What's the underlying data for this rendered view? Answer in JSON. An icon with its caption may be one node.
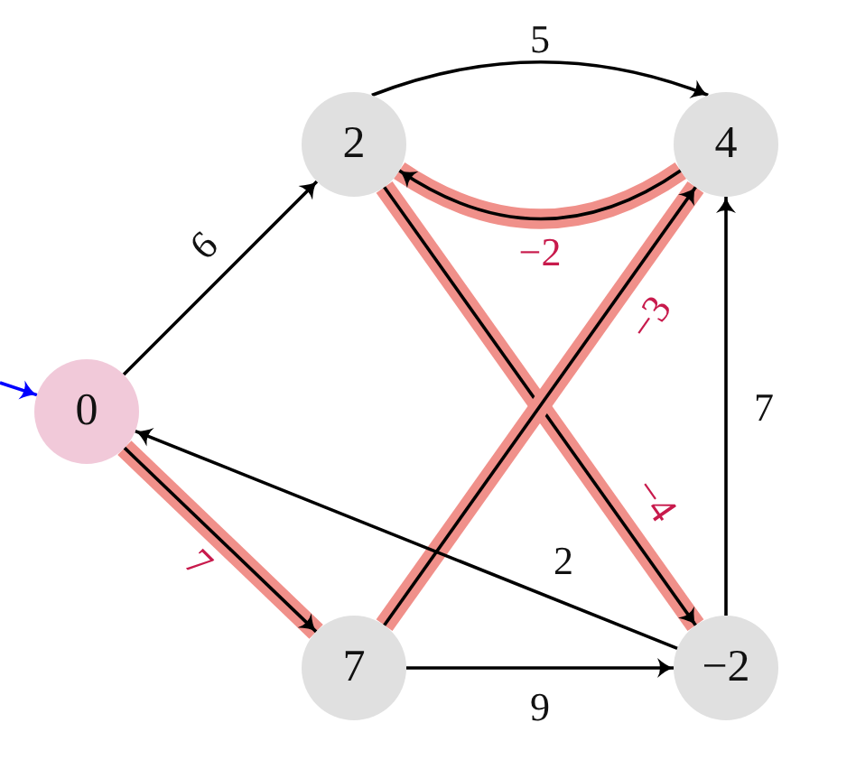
{
  "diagram": {
    "nodes": [
      {
        "text": [
          "0"
        ]
      },
      {
        "text": [
          "2"
        ]
      },
      {
        "text": [
          "4"
        ]
      },
      {
        "text": [
          "7"
        ]
      },
      {
        "text": [
          "−2"
        ]
      }
    ],
    "edges": [
      {
        "from": 0,
        "to": 1,
        "arrow": "to",
        "label": "6"
      },
      {
        "from": 1,
        "to": 2,
        "arrow": "to",
        "label": "5"
      },
      {
        "from": 2,
        "to": 1,
        "arrow": "to",
        "label": "−2",
        "style": "thick",
        "color": "#f0908a"
      },
      {
        "from": 1,
        "to": 4,
        "arrow": "to",
        "label": "−4",
        "style": "thick",
        "color": "#f0908a"
      },
      {
        "from": 3,
        "to": 2,
        "arrow": "to",
        "label": "−3",
        "style": "thick",
        "color": "#f0908a"
      },
      {
        "from": 0,
        "to": 3,
        "arrow": "to",
        "label": "7",
        "style": "thick",
        "color": "#f0908a"
      },
      {
        "from": 4,
        "to": 0,
        "arrow": "to",
        "label": "2"
      },
      {
        "from": 3,
        "to": 4,
        "arrow": "to",
        "label": "9"
      },
      {
        "from": 4,
        "to": 2,
        "arrow": "to",
        "label": "7"
      },
      {
        "from": null,
        "to": 0,
        "arrow": "to",
        "color": "#0000ff"
      }
    ]
  }
}
